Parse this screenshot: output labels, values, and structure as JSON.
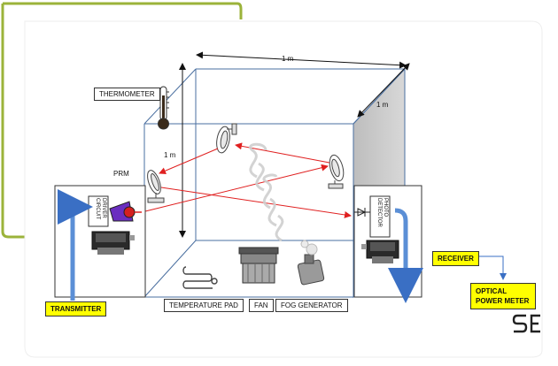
{
  "labels": {
    "thermometer": "THERMOMETER",
    "prm": "PRM",
    "dim_top": "1 m",
    "dim_depth": "1 m",
    "dim_height": "1 m",
    "transmitter": "TRANSMITTER",
    "receiver": "RECEIVER",
    "optical_power_meter": "OPTICAL POWER METER",
    "temperature_pad": "TEMPERATURE PAD",
    "fan": "FAN",
    "fog_generator": "FOG GENERATOR",
    "driver_circuit": "DRIVER CIRCUIT",
    "photo_detector": "PHOTO DETECTOR"
  },
  "logo": {
    "mark": "SE"
  },
  "colors": {
    "frame_green": "#9bb33a",
    "chamber_edge": "#4a6fa0",
    "right_wall": "#c9c9c9",
    "beam": "#e02020",
    "fiber_blue": "#5b8fd6",
    "highlight": "#ffff00"
  }
}
